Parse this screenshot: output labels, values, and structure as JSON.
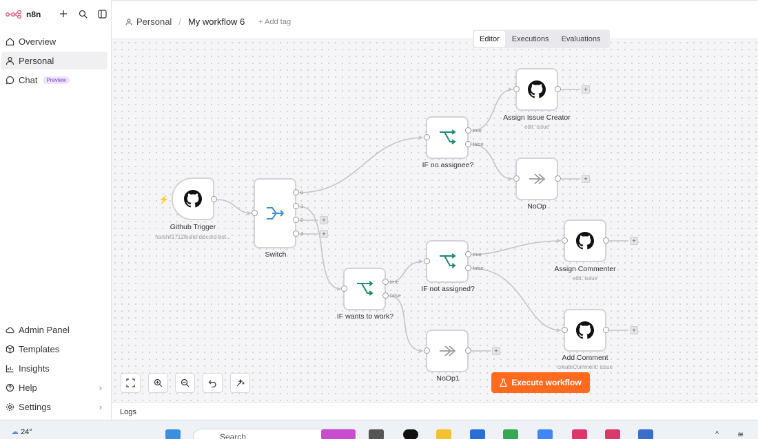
{
  "brand": {
    "name": "n8n"
  },
  "sidebar": {
    "top_nav": [
      {
        "label": "Overview",
        "icon": "home-icon"
      },
      {
        "label": "Personal",
        "icon": "user-icon"
      },
      {
        "label": "Chat",
        "icon": "chat-icon",
        "badge": "Preview"
      }
    ],
    "bottom_nav": [
      {
        "label": "Admin Panel",
        "icon": "cloud-icon"
      },
      {
        "label": "Templates",
        "icon": "box-icon"
      },
      {
        "label": "Insights",
        "icon": "chart-icon"
      },
      {
        "label": "Help",
        "icon": "help-icon"
      },
      {
        "label": "Settings",
        "icon": "gear-icon"
      }
    ]
  },
  "header": {
    "breadcrumb_project": "Personal",
    "workflow_name": "My workflow 6",
    "add_tag": "+ Add tag"
  },
  "tabs": [
    "Editor",
    "Executions",
    "Evaluations"
  ],
  "nodes": {
    "github_trigger": {
      "label": "Github Trigger",
      "sub": "harshil1712/build-discord-bot..."
    },
    "switch": {
      "label": "Switch",
      "ports": [
        "0",
        "1",
        "2",
        "3"
      ]
    },
    "if_no_assignee": {
      "label": "IF no assignee?"
    },
    "assign_issue_creator": {
      "label": "Assign Issue Creator",
      "sub": "edit: issue"
    },
    "noop": {
      "label": "NoOp"
    },
    "if_wants_to_work": {
      "label": "IF wants to work?"
    },
    "if_not_assigned": {
      "label": "IF not assigned?"
    },
    "assign_commenter": {
      "label": "Assign Commenter",
      "sub": "edit: issue"
    },
    "add_comment": {
      "label": "Add Comment",
      "sub": "createComment: issue"
    },
    "noop1": {
      "label": "NoOp1"
    }
  },
  "port_labels": {
    "true": "true",
    "false": "false"
  },
  "execute_button": "Execute workflow",
  "logs_label": "Logs",
  "taskbar": {
    "weather": "24°",
    "search_placeholder": "Search"
  },
  "colors": {
    "accent": "#ff6a1f",
    "if_node": "#1a8a72",
    "switch_node": "#3a8fd6",
    "noop": "#999999"
  }
}
